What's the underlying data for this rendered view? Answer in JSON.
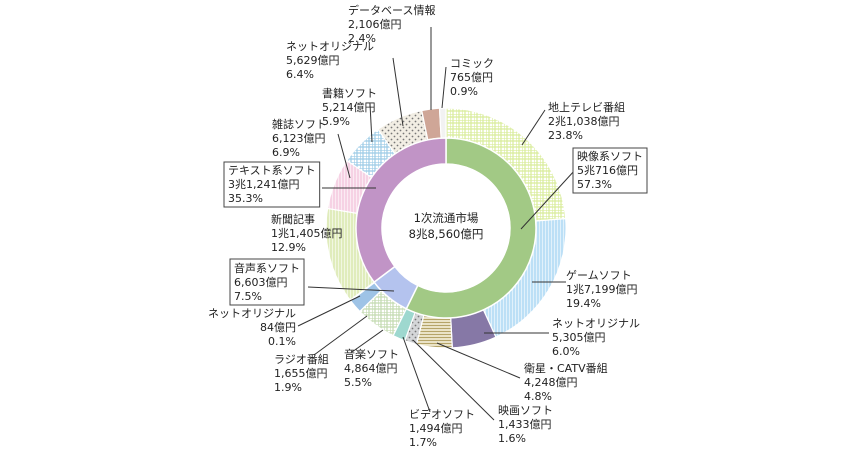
{
  "chart_data": {
    "type": "donut",
    "unit": "億円",
    "center": {
      "title": "1次流通市場",
      "total_label": "8兆8,560億円",
      "total_value": 88560
    },
    "inner_ring": [
      {
        "name": "映像系ソフト",
        "value_label": "5兆716億円",
        "value": 50716,
        "percent_label": "57.3%",
        "percent": 57.3,
        "color": "#a2c985",
        "boxed": true
      },
      {
        "name": "音声系ソフト",
        "value_label": "6,603億円",
        "value": 6603,
        "percent_label": "7.5%",
        "percent": 7.5,
        "color": "#b4c3ee",
        "boxed": true
      },
      {
        "name": "テキスト系ソフト",
        "value_label": "3兆1,241億円",
        "value": 31241,
        "percent_label": "35.3%",
        "percent": 35.3,
        "color": "#c194c6",
        "boxed": true
      }
    ],
    "outer_ring": [
      {
        "name": "地上テレビ番組",
        "value_label": "2兆1,038億円",
        "value": 21038,
        "percent_label": "23.8%",
        "percent": 23.8,
        "color": "#d9ec9a",
        "pattern": "grid"
      },
      {
        "name": "ゲームソフト",
        "value_label": "1兆7,199億円",
        "value": 17199,
        "percent_label": "19.4%",
        "percent": 19.4,
        "color": "#a9d6f3",
        "pattern": "vlines"
      },
      {
        "name": "ネットオリジナル",
        "value_label": "5,305億円",
        "value": 5305,
        "percent_label": "6.0%",
        "percent": 6.0,
        "color": "#8678a6",
        "pattern": "solid"
      },
      {
        "name": "衛星・CATV番組",
        "value_label": "4,248億円",
        "value": 4248,
        "percent_label": "4.8%",
        "percent": 4.8,
        "color": "#d9cb98",
        "pattern": "hlines"
      },
      {
        "name": "映画ソフト",
        "value_label": "1,433億円",
        "value": 1433,
        "percent_label": "1.6%",
        "percent": 1.6,
        "color": "#9fa4a9",
        "pattern": "dots"
      },
      {
        "name": "ビデオソフト",
        "value_label": "1,494億円",
        "value": 1494,
        "percent_label": "1.7%",
        "percent": 1.7,
        "color": "#9ed8cf",
        "pattern": "solid"
      },
      {
        "name": "音楽ソフト",
        "value_label": "4,864億円",
        "value": 4864,
        "percent_label": "5.5%",
        "percent": 5.5,
        "color": "#c3dab0",
        "pattern": "grid"
      },
      {
        "name": "ラジオ番組",
        "value_label": "1,655億円",
        "value": 1655,
        "percent_label": "1.9%",
        "percent": 1.9,
        "color": "#9ec3e6",
        "pattern": "solid"
      },
      {
        "name": "ネットオリジナル",
        "value_label": "84億円",
        "value": 84,
        "percent_label": "0.1%",
        "percent": 0.1,
        "color": "#8aa0cc",
        "pattern": "solid"
      },
      {
        "name": "新聞記事",
        "value_label": "1兆1,405億円",
        "value": 11405,
        "percent_label": "12.9%",
        "percent": 12.9,
        "color": "#d7e6a8",
        "pattern": "vlines"
      },
      {
        "name": "テキスト系ソフト",
        "value_label": "",
        "value": 0,
        "percent_label": "",
        "percent": 0,
        "color": "#ffffff",
        "pattern": "none",
        "skip": true
      },
      {
        "name": "雑誌ソフト",
        "value_label": "6,123億円",
        "value": 6123,
        "percent_label": "6.9%",
        "percent": 6.9,
        "color": "#f4c4dc",
        "pattern": "vlines"
      },
      {
        "name": "書籍ソフト",
        "value_label": "5,214億円",
        "value": 5214,
        "percent_label": "5.9%",
        "percent": 5.9,
        "color": "#9ccbe6",
        "pattern": "grid"
      },
      {
        "name": "ネットオリジナル",
        "value_label": "5,629億円",
        "value": 5629,
        "percent_label": "6.4%",
        "percent": 6.4,
        "color": "#e3d9c4",
        "pattern": "dots"
      },
      {
        "name": "データベース情報",
        "value_label": "2,106億円",
        "value": 2106,
        "percent_label": "2.4%",
        "percent": 2.4,
        "color": "#cfa697",
        "pattern": "solid"
      },
      {
        "name": "コミック",
        "value_label": "765億円",
        "value": 765,
        "percent_label": "0.9%",
        "percent": 0.9,
        "color": "#f2f2f2",
        "pattern": "solid"
      }
    ],
    "grid": false,
    "legend": "none"
  }
}
